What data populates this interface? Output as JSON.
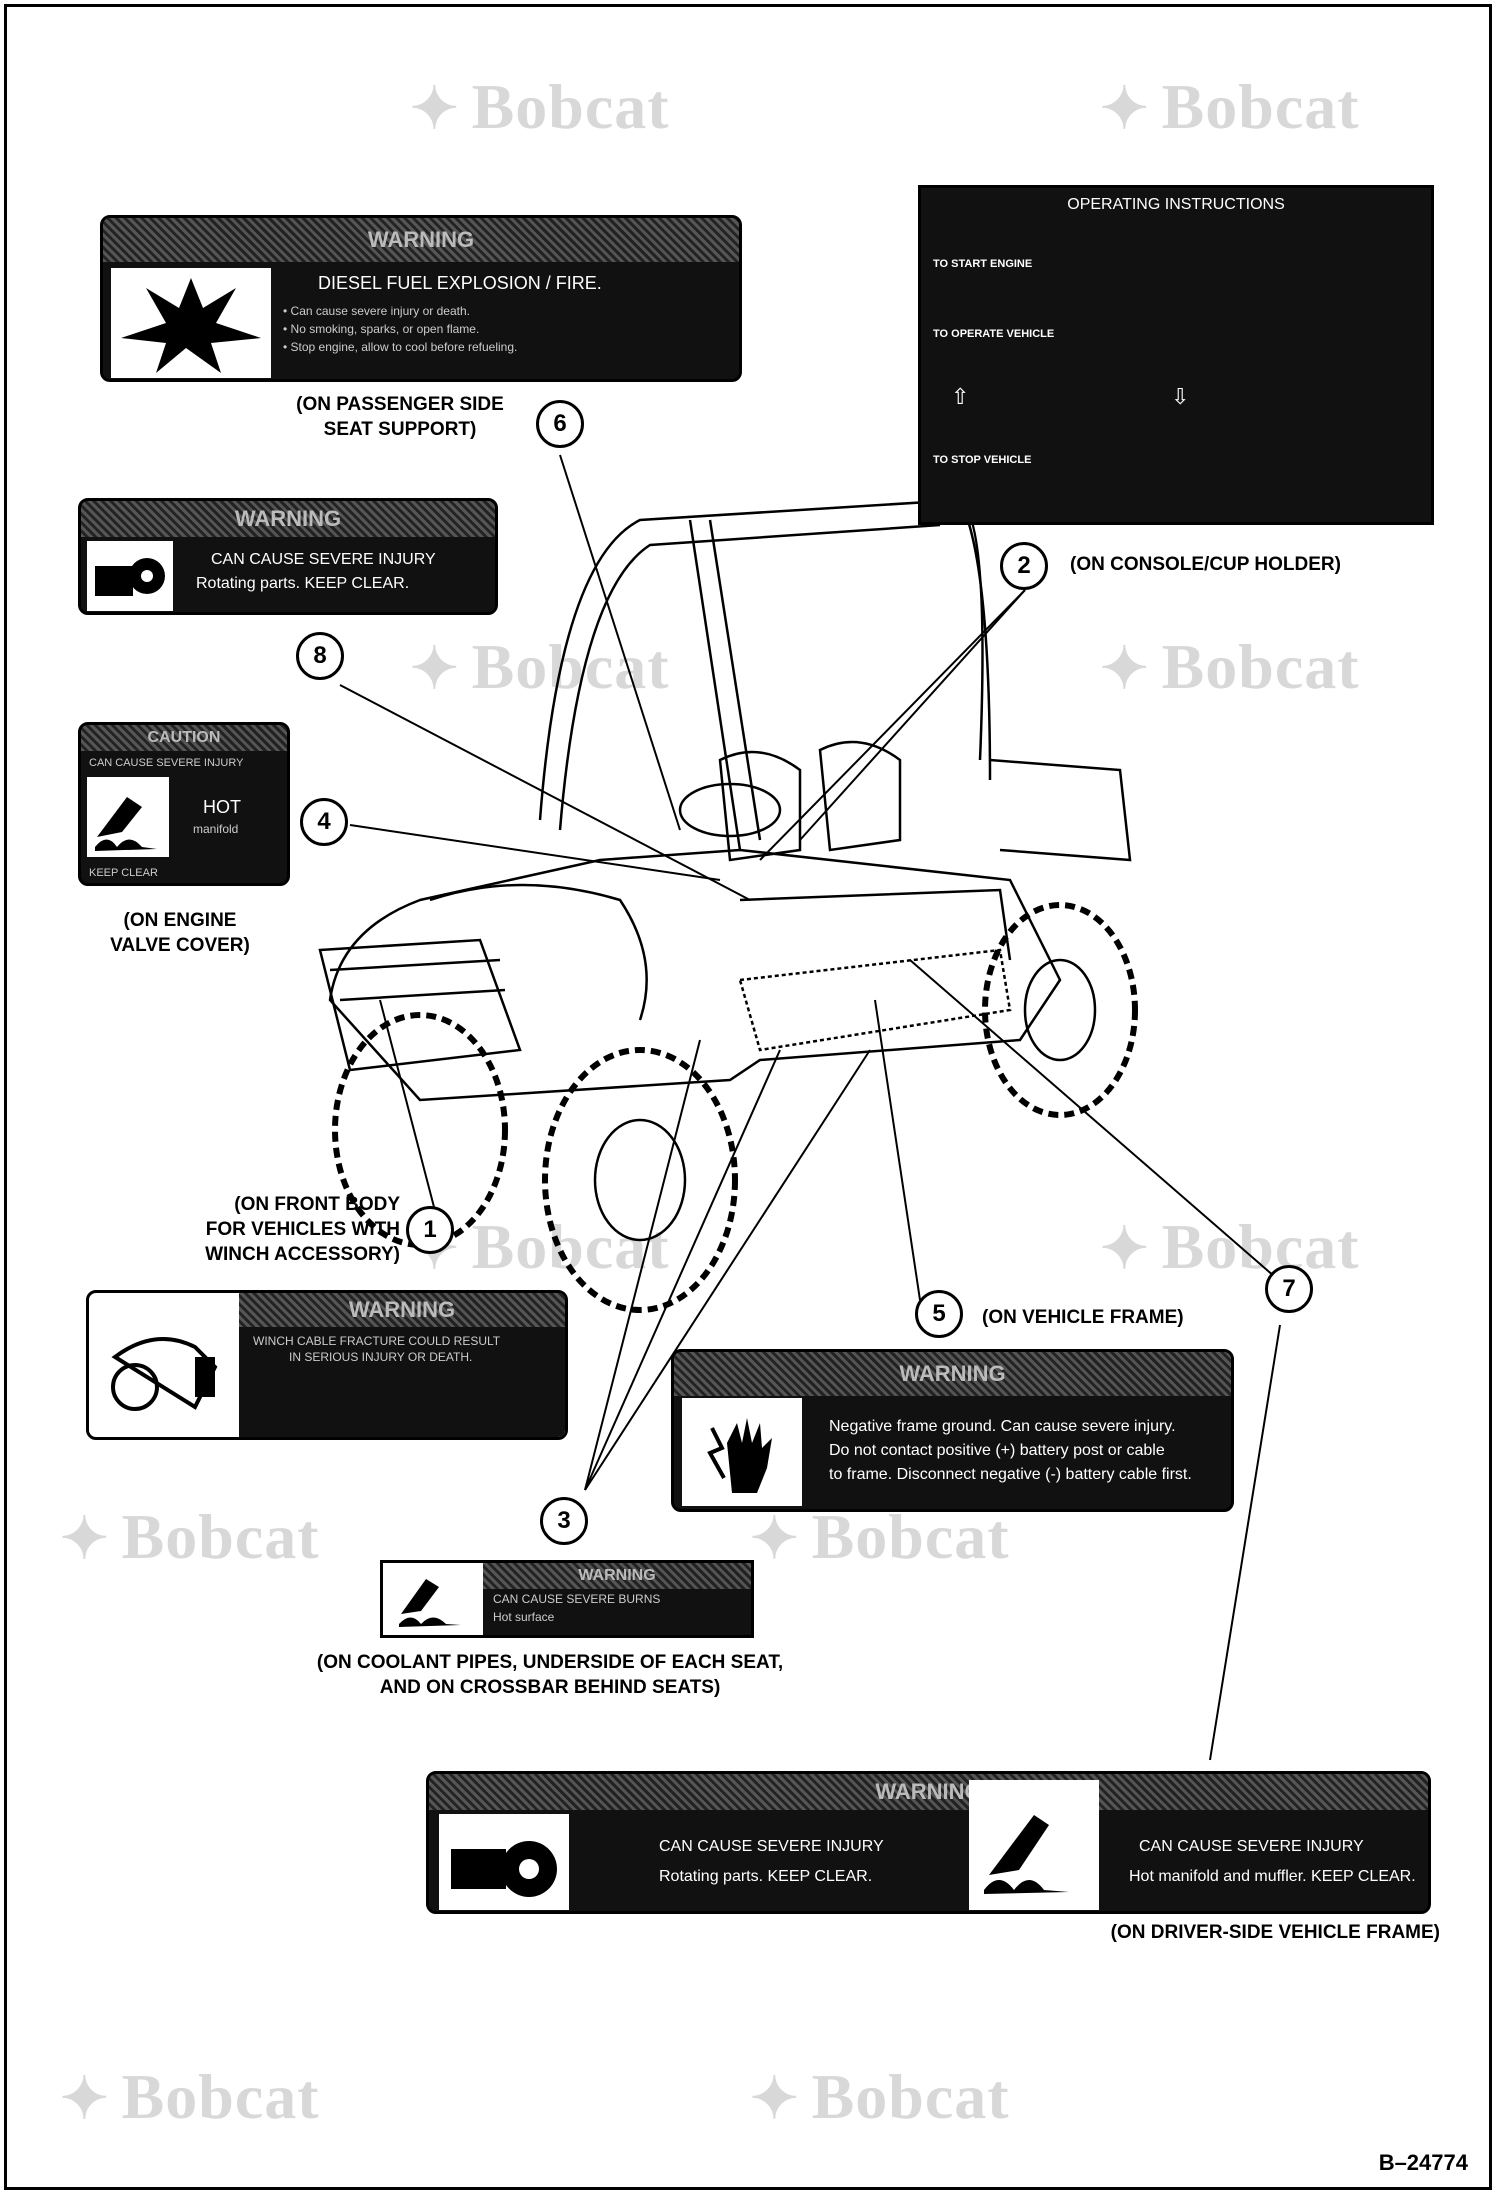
{
  "watermark": "Bobcat",
  "figure_code": "B–24774",
  "decals": {
    "fuel": {
      "header": "WARNING",
      "title": "DIESEL FUEL EXPLOSION / FIRE.",
      "lines": [
        "• Can cause severe injury or death.",
        "• No smoking, sparks, or open flame.",
        "• Stop engine, allow to cool before refueling."
      ]
    },
    "rotating": {
      "header": "WARNING",
      "line1": "CAN CAUSE SEVERE INJURY",
      "line2": "Rotating parts. KEEP CLEAR."
    },
    "manifold": {
      "header": "CAUTION",
      "top": "CAN CAUSE SEVERE INJURY",
      "hot": "HOT",
      "manifold": "manifold",
      "keep": "KEEP CLEAR"
    },
    "operating": {
      "title": "OPERATING INSTRUCTIONS",
      "s1": "TO START ENGINE",
      "s2": "TO OPERATE VEHICLE",
      "s3": "TO STOP VEHICLE"
    },
    "winch": {
      "header": "WARNING",
      "line1": "WINCH CABLE FRACTURE COULD RESULT",
      "line2": "IN SERIOUS INJURY OR DEATH."
    },
    "battery": {
      "header": "WARNING",
      "lines": [
        "Negative frame ground. Can cause severe injury.",
        "Do not contact positive (+) battery post or cable",
        "to frame. Disconnect negative (-) battery cable first."
      ]
    },
    "burns": {
      "header": "WARNING",
      "line1": "CAN CAUSE SEVERE BURNS",
      "line2": "Hot surface"
    },
    "driver": {
      "header": "WARNING",
      "l1": "CAN CAUSE SEVERE INJURY",
      "l2": "Rotating parts. KEEP CLEAR.",
      "r1": "CAN CAUSE SEVERE INJURY",
      "r2": "Hot manifold and muffler. KEEP CLEAR."
    }
  },
  "captions": {
    "passenger": [
      "(ON PASSENGER SIDE",
      "SEAT SUPPORT)"
    ],
    "console": "(ON CONSOLE/CUP HOLDER)",
    "engine": [
      "(ON ENGINE",
      "VALVE COVER)"
    ],
    "front": [
      "(ON FRONT BODY",
      "FOR VEHICLES WITH",
      "WINCH ACCESSORY)"
    ],
    "frame": "(ON VEHICLE FRAME)",
    "coolant": [
      "(ON COOLANT PIPES, UNDERSIDE OF EACH SEAT,",
      "AND ON CROSSBAR BEHIND SEATS)"
    ],
    "driverside": "(ON DRIVER-SIDE VEHICLE FRAME)"
  },
  "callouts": [
    "1",
    "2",
    "3",
    "4",
    "5",
    "6",
    "7",
    "8"
  ]
}
